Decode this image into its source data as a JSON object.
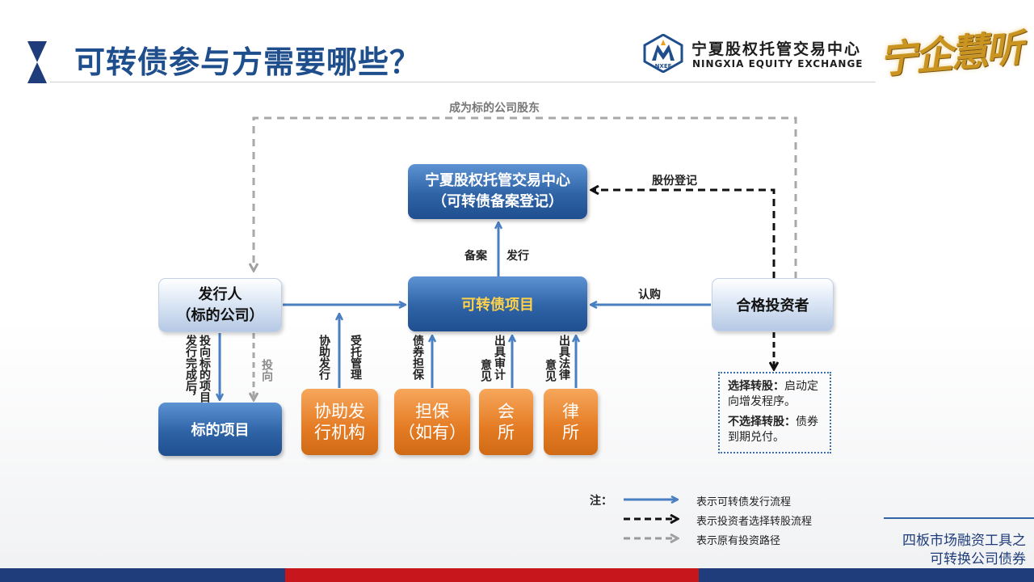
{
  "header": {
    "title": "可转债参与方需要哪些？",
    "logo_cn": "宁夏股权托管交易中心",
    "logo_en": "NINGXIA EQUITY EXCHANGE",
    "logo_mark": "NXEE",
    "calligraphy": "宁企慧听"
  },
  "diagram": {
    "exchange_box": {
      "line1": "宁夏股权托管交易中心",
      "line2": "（可转债备案登记）"
    },
    "project_box": "可转债项目",
    "issuer_box": {
      "line1": "发行人",
      "line2": "（标的公司）"
    },
    "investor_box": "合格投资者",
    "target_box": "标的项目",
    "agency_box": {
      "line1": "协助发",
      "line2": "行机构"
    },
    "guarantee_box": {
      "line1": "担保",
      "line2": "（如有）"
    },
    "accounting_box": {
      "line1": "会",
      "line2": "所"
    },
    "law_box": {
      "line1": "律",
      "line2": "所"
    },
    "labels": {
      "shareholder_path": "成为标的公司股东",
      "share_registration": "股份登记",
      "filing": "备案",
      "issuance": "发行",
      "subscription": "认购",
      "invest_after": "投向标的项目",
      "issue_complete": "发行完成后，",
      "invest": "投向",
      "assist_issue": "协助发行",
      "entrusted_mgmt": "受托管理",
      "bond_guarantee": "债券担保",
      "audit_opinion_1": "出具审计",
      "audit_opinion_2": "意见",
      "legal_opinion_1": "出具法律",
      "legal_opinion_2": "意见"
    },
    "note": {
      "choose_label": "选择转股：",
      "choose_text": "启动定向增发程序。",
      "notchoose_label": "不选择转股：",
      "notchoose_text": "债券到期兑付。"
    }
  },
  "legend": {
    "prefix": "注：",
    "items": [
      {
        "text": "表示可转债发行流程",
        "color": "#4a7fc1",
        "style": "solid"
      },
      {
        "text": "表示投资者选择转股流程",
        "color": "#111111",
        "style": "dashed"
      },
      {
        "text": "表示原有投资路径",
        "color": "#9a9a9a",
        "style": "dashed"
      }
    ]
  },
  "footer": {
    "line1": "四板市场融资工具之",
    "line2": "可转换公司债券"
  },
  "colors": {
    "title": "#1f4e8c",
    "box_blue": "#2e63a6",
    "box_orange": "#e47b23",
    "bar_blue": "#1f3d7a",
    "bar_red": "#c8161d"
  }
}
